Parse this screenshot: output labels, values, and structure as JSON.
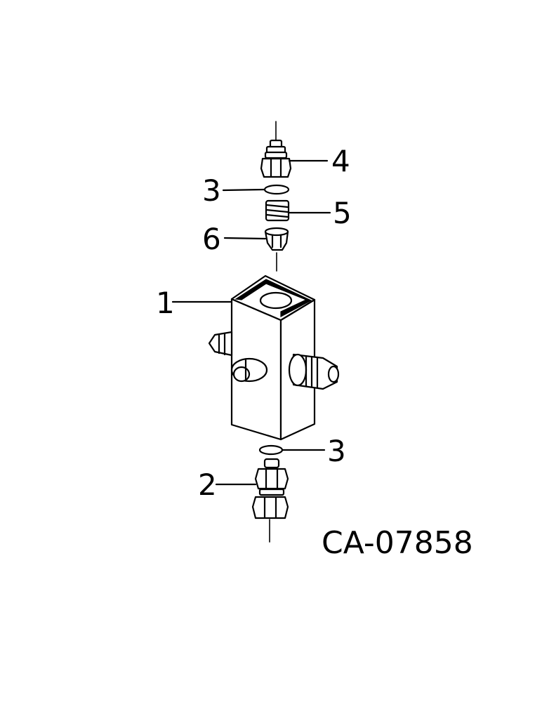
{
  "callouts": [
    {
      "id": "c4",
      "label": "4"
    },
    {
      "id": "c3a",
      "label": "3"
    },
    {
      "id": "c5",
      "label": "5"
    },
    {
      "id": "c6",
      "label": "6"
    },
    {
      "id": "c1",
      "label": "1"
    },
    {
      "id": "c3b",
      "label": "3"
    },
    {
      "id": "c2",
      "label": "2"
    }
  ],
  "reference_code": "CA-07858"
}
